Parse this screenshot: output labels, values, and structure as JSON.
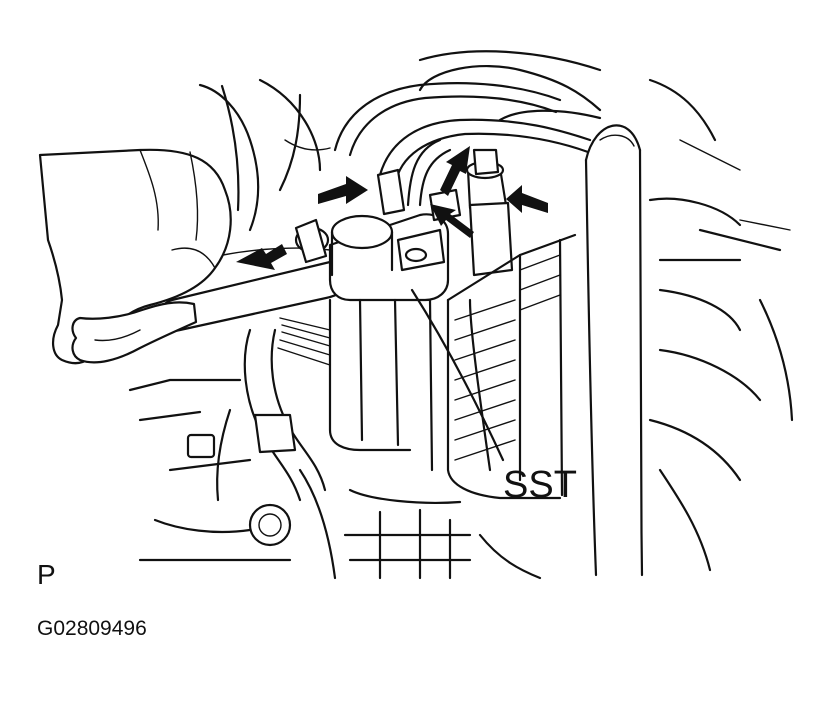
{
  "diagram": {
    "callout_label": "SST",
    "view_label": "P",
    "figure_code": "G02809496",
    "colors": {
      "line": "#111111",
      "background": "#ffffff"
    }
  }
}
